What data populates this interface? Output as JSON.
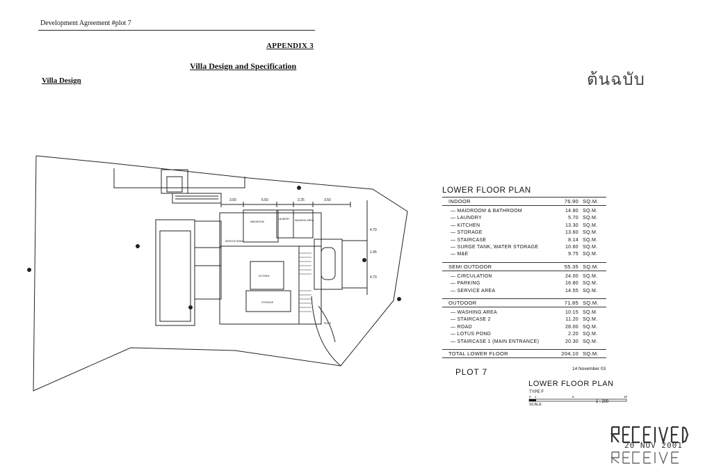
{
  "header": {
    "doc_title": "Development Agreement #plot 7",
    "appendix": "APPENDIX 3",
    "subtitle": "Villa Design and Specification",
    "section": "Villa Design",
    "thai_stamp": "ต้นฉบับ"
  },
  "plan_labels": {
    "dim_1": "3.00",
    "dim_2": "5.50",
    "dim_3": "2.25",
    "dim_4": "3.50",
    "dim_v1": "4.70",
    "dim_v2": "1.45",
    "dim_v3": "4.70",
    "maidroom": "MAIDROOM",
    "laundry": "LAUNDRY",
    "washing_area": "WASHING AREA",
    "service_area": "SERVICE AREA",
    "kitchen": "KITCHEN",
    "storage": "STORAGE",
    "road": "ROAD"
  },
  "table": {
    "title": "LOWER FLOOR PLAN",
    "sections": [
      {
        "name": "INDOOR",
        "total": "76.90",
        "unit": "SQ.M.",
        "items": [
          {
            "label": "— MAIDROOM & BATHROOM",
            "value": "14.80",
            "unit": "SQ.M."
          },
          {
            "label": "— LAUNDRY",
            "value": "5.70",
            "unit": "SQ.M."
          },
          {
            "label": "— KITCHEN",
            "value": "13.30",
            "unit": "SQ.M."
          },
          {
            "label": "— STORAGE",
            "value": "13.60",
            "unit": "SQ.M."
          },
          {
            "label": "— STAIRCASE",
            "value": "8.14",
            "unit": "SQ.M."
          },
          {
            "label": "— SURGE TANK, WATER STORAGE",
            "value": "10.60",
            "unit": "SQ.M."
          },
          {
            "label": "— M&E",
            "value": "9.75",
            "unit": "SQ.M."
          }
        ]
      },
      {
        "name": "SEMI OUTDOOR",
        "total": "55.35",
        "unit": "SQ.M.",
        "items": [
          {
            "label": "— CIRCULATION",
            "value": "24.00",
            "unit": "SQ.M."
          },
          {
            "label": "— PARKING",
            "value": "16.80",
            "unit": "SQ.M."
          },
          {
            "label": "— SERVICE AREA",
            "value": "14.55",
            "unit": "SQ.M."
          }
        ]
      },
      {
        "name": "OUTDOOR",
        "total": "71.85",
        "unit": "SQ.M.",
        "items": [
          {
            "label": "— WASHING AREA",
            "value": "10.15",
            "unit": "SQ.M."
          },
          {
            "label": "— STAIRCASE 2",
            "value": "11.20",
            "unit": "SQ.M."
          },
          {
            "label": "— ROAD",
            "value": "28.00",
            "unit": "SQ.M."
          },
          {
            "label": "— LOTUS POND",
            "value": "2.20",
            "unit": "SQ.M."
          },
          {
            "label": "— STAIRCASE 1 (MAIN ENTRANCE)",
            "value": "20.30",
            "unit": "SQ.M."
          }
        ]
      }
    ],
    "total": {
      "label": "TOTAL LOWER FLOOR",
      "value": "204.10",
      "unit": "SQ.M."
    },
    "date": "14 November 03",
    "plot": "PLOT 7"
  },
  "legend": {
    "title": "LOWER FLOOR PLAN",
    "type": "TYPE F",
    "scale_word": "SCALE",
    "scale_ratio": "1 : 200",
    "tick_0": "0",
    "tick_1": "1",
    "tick_5": "5",
    "tick_10": "10"
  },
  "stamp": {
    "word": "RECEIVED",
    "date": "20 NOV 2001"
  }
}
